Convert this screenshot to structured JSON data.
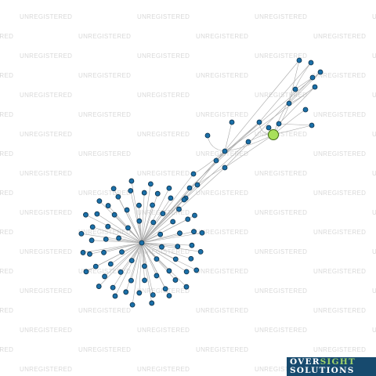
{
  "watermark": {
    "text": "UNREGISTERED"
  },
  "logo": {
    "word1": "OVER",
    "word2": "SIGHT",
    "word3": "SOLUTIONS"
  },
  "colors": {
    "node": "#1a6fa8",
    "node_focus": "#a8e05a",
    "edge": "#a8a8a8",
    "logo_bg": "#174a6e"
  }
}
